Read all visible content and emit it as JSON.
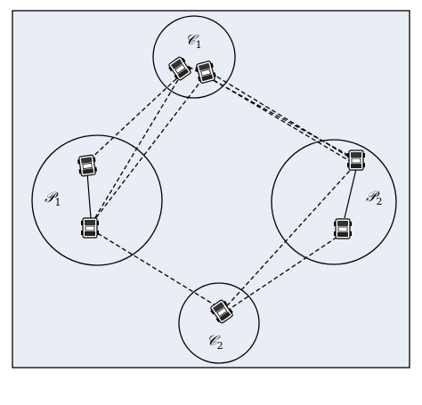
{
  "colors": {
    "background_panel": "#e8edf6",
    "stroke": "#000000"
  },
  "regions": [
    {
      "id": "c1",
      "symbol": "𝒞",
      "subscript": "1"
    },
    {
      "id": "p1",
      "symbol": "𝒫",
      "subscript": "1"
    },
    {
      "id": "p2",
      "symbol": "𝒫",
      "subscript": "2"
    },
    {
      "id": "c2",
      "symbol": "𝒞",
      "subscript": "2"
    }
  ],
  "icons": {
    "vehicle": "vehicle-icon"
  }
}
